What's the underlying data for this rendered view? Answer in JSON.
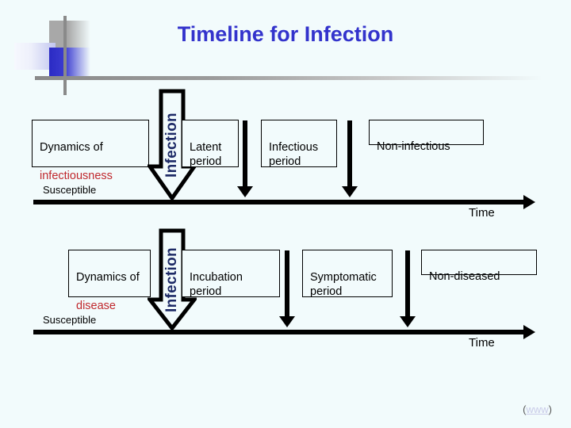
{
  "slide": {
    "title": "Timeline for Infection",
    "background_color": "#f2fbfc",
    "title_color": "#3333cc",
    "accent_red": "#c0282d",
    "accent_navy": "#1d2a66"
  },
  "footer": {
    "open_paren": "(",
    "link_text": "www",
    "close_paren": ")"
  },
  "timelines": [
    {
      "id": "infectiousness",
      "dynamics_prefix": "Dynamics of",
      "dynamics_emphasis": "infectiousness",
      "infection_label": "Infection",
      "susceptible_label": "Susceptible",
      "time_label": "Time",
      "stages": [
        {
          "label": "Latent\nperiod"
        },
        {
          "label": "Infectious\nperiod"
        },
        {
          "label": "Non-infectious"
        }
      ]
    },
    {
      "id": "disease",
      "dynamics_prefix": "Dynamics of",
      "dynamics_emphasis": "disease",
      "infection_label": "Infection",
      "susceptible_label": "Susceptible",
      "time_label": "Time",
      "stages": [
        {
          "label": "Incubation\nperiod"
        },
        {
          "label": "Symptomatic\nperiod"
        },
        {
          "label": "Non-diseased"
        }
      ]
    }
  ]
}
